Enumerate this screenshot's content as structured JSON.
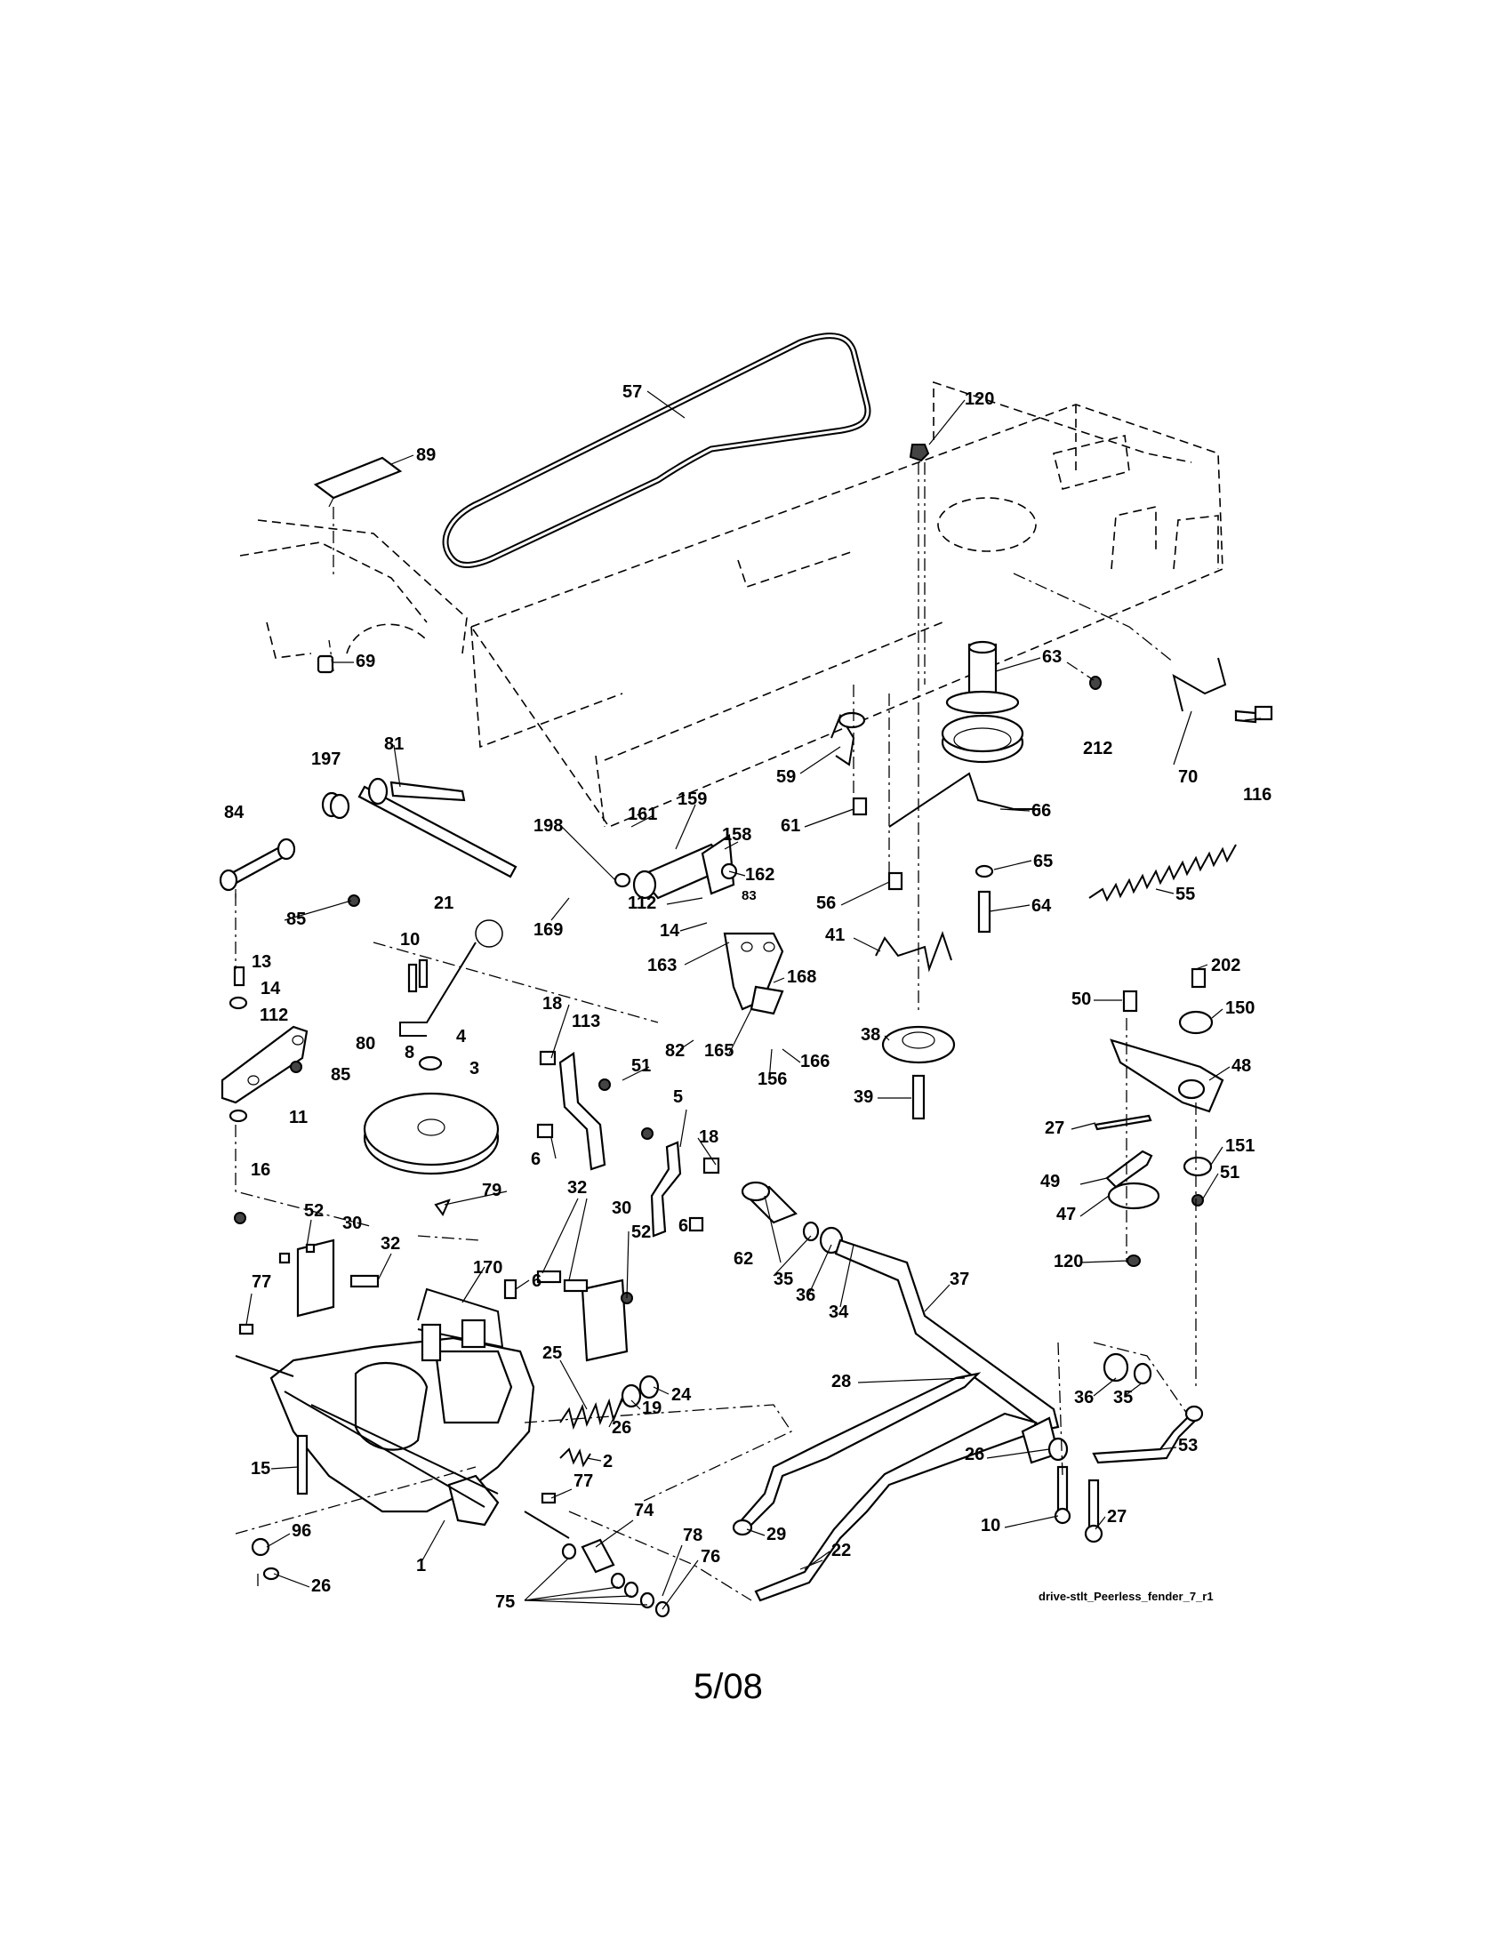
{
  "labels": [
    {
      "text": "57"
    },
    {
      "text": "120"
    },
    {
      "text": "89"
    },
    {
      "text": "69"
    },
    {
      "text": "63"
    },
    {
      "text": "212"
    },
    {
      "text": "70"
    },
    {
      "text": "116"
    },
    {
      "text": "197"
    },
    {
      "text": "81"
    },
    {
      "text": "84"
    },
    {
      "text": "85"
    },
    {
      "text": "59"
    },
    {
      "text": "61"
    },
    {
      "text": "66"
    },
    {
      "text": "65"
    },
    {
      "text": "55"
    },
    {
      "text": "56"
    },
    {
      "text": "64"
    },
    {
      "text": "198"
    },
    {
      "text": "161"
    },
    {
      "text": "159"
    },
    {
      "text": "158"
    },
    {
      "text": "162"
    },
    {
      "text": "169"
    },
    {
      "text": "112"
    },
    {
      "text": "14"
    },
    {
      "text": "83"
    },
    {
      "text": "163"
    },
    {
      "text": "21"
    },
    {
      "text": "10"
    },
    {
      "text": "41"
    },
    {
      "text": "168"
    },
    {
      "text": "13"
    },
    {
      "text": "14"
    },
    {
      "text": "112"
    },
    {
      "text": "80"
    },
    {
      "text": "85"
    },
    {
      "text": "8"
    },
    {
      "text": "4"
    },
    {
      "text": "82"
    },
    {
      "text": "165"
    },
    {
      "text": "156"
    },
    {
      "text": "166"
    },
    {
      "text": "38"
    },
    {
      "text": "39"
    },
    {
      "text": "202"
    },
    {
      "text": "50"
    },
    {
      "text": "150"
    },
    {
      "text": "48"
    },
    {
      "text": "18"
    },
    {
      "text": "113"
    },
    {
      "text": "51"
    },
    {
      "text": "11"
    },
    {
      "text": "3"
    },
    {
      "text": "5"
    },
    {
      "text": "18"
    },
    {
      "text": "6"
    },
    {
      "text": "6"
    },
    {
      "text": "27"
    },
    {
      "text": "151"
    },
    {
      "text": "16"
    },
    {
      "text": "79"
    },
    {
      "text": "32"
    },
    {
      "text": "30"
    },
    {
      "text": "52"
    },
    {
      "text": "30"
    },
    {
      "text": "32"
    },
    {
      "text": "52"
    },
    {
      "text": "62"
    },
    {
      "text": "35"
    },
    {
      "text": "36"
    },
    {
      "text": "34"
    },
    {
      "text": "49"
    },
    {
      "text": "51"
    },
    {
      "text": "47"
    },
    {
      "text": "120"
    },
    {
      "text": "170"
    },
    {
      "text": "6"
    },
    {
      "text": "77"
    },
    {
      "text": "37"
    },
    {
      "text": "25"
    },
    {
      "text": "19"
    },
    {
      "text": "24"
    },
    {
      "text": "26"
    },
    {
      "text": "28"
    },
    {
      "text": "36"
    },
    {
      "text": "35"
    },
    {
      "text": "2"
    },
    {
      "text": "15"
    },
    {
      "text": "77"
    },
    {
      "text": "74"
    },
    {
      "text": "26"
    },
    {
      "text": "53"
    },
    {
      "text": "29"
    },
    {
      "text": "10"
    },
    {
      "text": "27"
    },
    {
      "text": "22"
    },
    {
      "text": "96"
    },
    {
      "text": "1"
    },
    {
      "text": "78"
    },
    {
      "text": "76"
    },
    {
      "text": "26"
    },
    {
      "text": "75"
    }
  ],
  "caption": "drive-stlt_Peerless_fender_7_r1",
  "page_number": "5/08"
}
